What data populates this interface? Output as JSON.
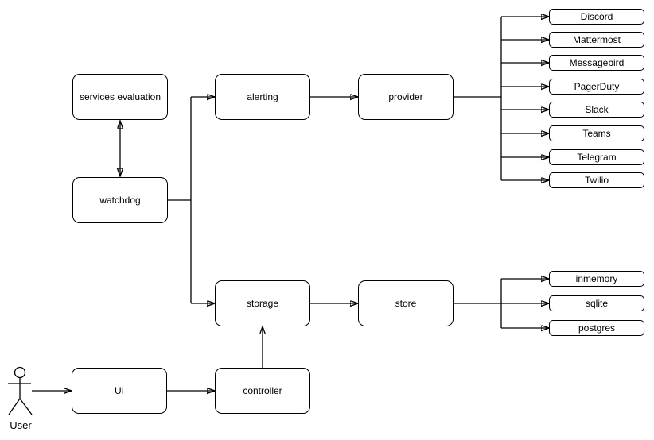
{
  "nodes": {
    "services_evaluation": "services evaluation",
    "watchdog": "watchdog",
    "alerting": "alerting",
    "provider": "provider",
    "storage": "storage",
    "store": "store",
    "ui": "UI",
    "controller": "controller"
  },
  "provider_targets": [
    "Discord",
    "Mattermost",
    "Messagebird",
    "PagerDuty",
    "Slack",
    "Teams",
    "Telegram",
    "Twilio"
  ],
  "store_targets": [
    "inmemory",
    "sqlite",
    "postgres"
  ],
  "actor_label": "User",
  "edges": [
    {
      "from": "User",
      "to": "UI",
      "style": "arrow"
    },
    {
      "from": "UI",
      "to": "controller",
      "style": "arrow"
    },
    {
      "from": "controller",
      "to": "storage",
      "style": "arrow"
    },
    {
      "from": "watchdog",
      "to": "services evaluation",
      "style": "double-arrow"
    },
    {
      "from": "watchdog",
      "to": "alerting",
      "style": "arrow"
    },
    {
      "from": "watchdog",
      "to": "storage",
      "style": "arrow"
    },
    {
      "from": "alerting",
      "to": "provider",
      "style": "arrow"
    },
    {
      "from": "provider",
      "to": "Discord",
      "style": "arrow"
    },
    {
      "from": "provider",
      "to": "Mattermost",
      "style": "arrow"
    },
    {
      "from": "provider",
      "to": "Messagebird",
      "style": "arrow"
    },
    {
      "from": "provider",
      "to": "PagerDuty",
      "style": "arrow"
    },
    {
      "from": "provider",
      "to": "Slack",
      "style": "arrow"
    },
    {
      "from": "provider",
      "to": "Teams",
      "style": "arrow"
    },
    {
      "from": "provider",
      "to": "Telegram",
      "style": "arrow"
    },
    {
      "from": "provider",
      "to": "Twilio",
      "style": "arrow"
    },
    {
      "from": "storage",
      "to": "store",
      "style": "arrow"
    },
    {
      "from": "store",
      "to": "inmemory",
      "style": "arrow"
    },
    {
      "from": "store",
      "to": "sqlite",
      "style": "arrow"
    },
    {
      "from": "store",
      "to": "postgres",
      "style": "arrow"
    }
  ],
  "colors": {
    "stroke": "#000000",
    "node_fill": "#ffffff",
    "background": "#ffffff"
  }
}
